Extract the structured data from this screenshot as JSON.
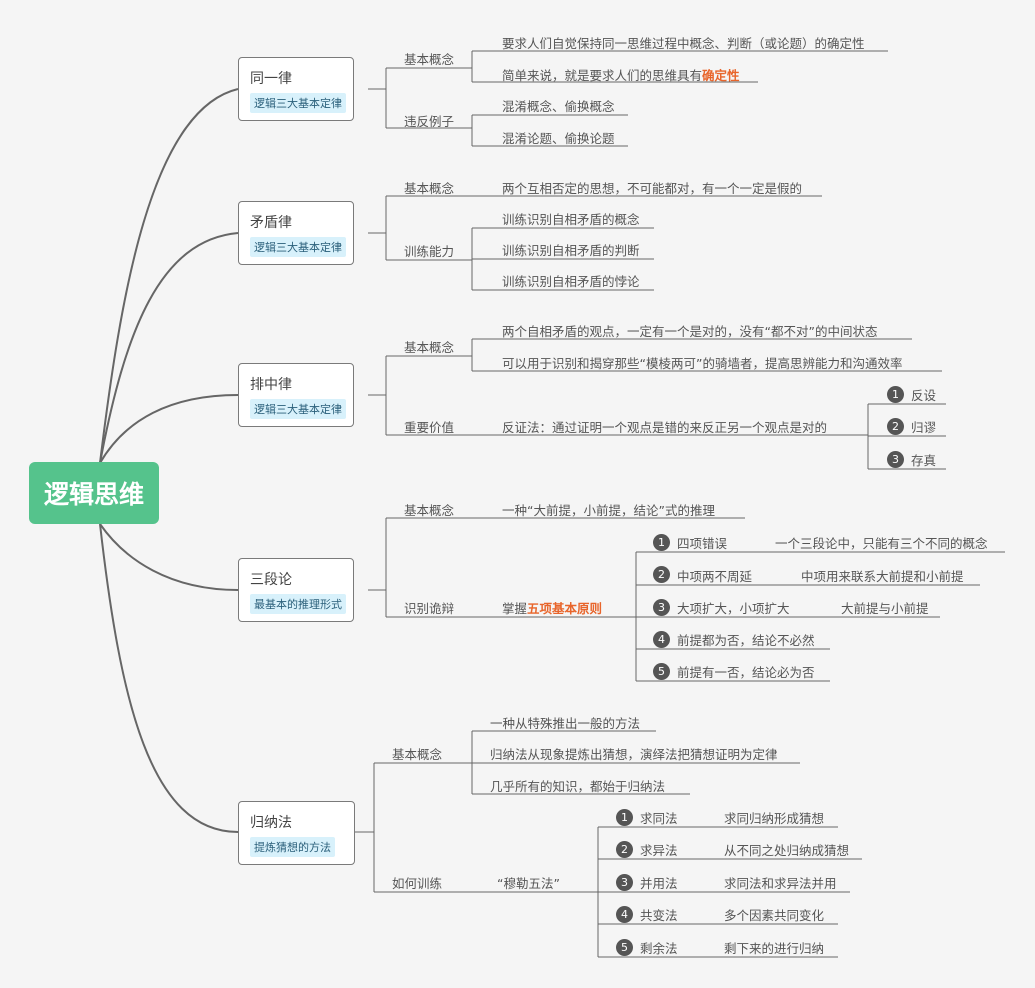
{
  "root": "逻辑思维",
  "tongyi": {
    "title": "同一律",
    "tag": "逻辑三大基本定律",
    "basic_label": "基本概念",
    "basic_1": "要求人们自觉保持同一思维过程中概念、判断（或论题）的确定性",
    "basic_2_prefix": "简单来说，就是要求人们的思维具有",
    "basic_2_em": "确定性",
    "violate_label": "违反例子",
    "violate_1": "混淆概念、偷换概念",
    "violate_2": "混淆论题、偷换论题"
  },
  "maodun": {
    "title": "矛盾律",
    "tag": "逻辑三大基本定律",
    "basic_label": "基本概念",
    "basic_1": "两个互相否定的思想，不可能都对，有一个一定是假的",
    "train_label": "训练能力",
    "train_1": "训练识别自相矛盾的概念",
    "train_2": "训练识别自相矛盾的判断",
    "train_3": "训练识别自相矛盾的悖论"
  },
  "paizhong": {
    "title": "排中律",
    "tag": "逻辑三大基本定律",
    "basic_label": "基本概念",
    "basic_1": "两个自相矛盾的观点，一定有一个是对的，没有“都不对”的中间状态",
    "basic_2": "可以用于识别和揭穿那些“模棱两可”的骑墙者，提高思辨能力和沟通效率",
    "value_label": "重要价值",
    "value_1": "反证法：通过证明一个观点是错的来反正另一个观点是对的",
    "steps": [
      "反设",
      "归谬",
      "存真"
    ],
    "nums": [
      "1",
      "2",
      "3"
    ]
  },
  "sanduan": {
    "title": "三段论",
    "tag": "最基本的推理形式",
    "basic_label": "基本概念",
    "basic_1": "一种“大前提，小前提，结论”式的推理",
    "id_label": "识别诡辩",
    "id_prefix": "掌握",
    "id_em": "五项基本原则",
    "rules": [
      "四项错误",
      "中项两不周延",
      "大项扩大，小项扩大",
      "前提都为否，结论不必然",
      "前提有一否，结论必为否"
    ],
    "rule_notes": [
      "一个三段论中，只能有三个不同的概念",
      "中项用来联系大前提和小前提",
      "大前提与小前提"
    ],
    "nums": [
      "1",
      "2",
      "3",
      "4",
      "5"
    ]
  },
  "guina": {
    "title": "归纳法",
    "tag": "提炼猜想的方法",
    "basic_label": "基本概念",
    "basic_1": "一种从特殊推出一般的方法",
    "basic_2": "归纳法从现象提炼出猜想，演绎法把猜想证明为定律",
    "basic_3": "几乎所有的知识，都始于归纳法",
    "train_label": "如何训练",
    "train_1": "“穆勒五法”",
    "methods": [
      "求同法",
      "求异法",
      "并用法",
      "共变法",
      "剩余法"
    ],
    "method_notes": [
      "求同归纳形成猜想",
      "从不同之处归纳成猜想",
      "求同法和求异法并用",
      "多个因素共同变化",
      "剩下来的进行归纳"
    ],
    "nums": [
      "1",
      "2",
      "3",
      "4",
      "5"
    ]
  }
}
